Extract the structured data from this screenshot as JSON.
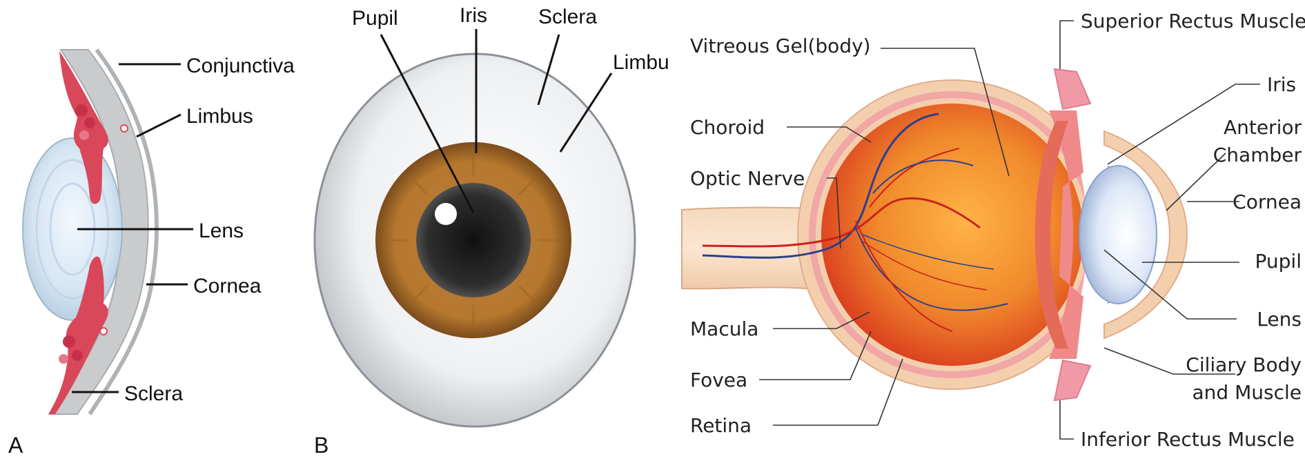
{
  "panel_a": {
    "panel_letter": "A",
    "labels": {
      "conjunctiva": "Conjunctiva",
      "limbus": "Limbus",
      "lens": "Lens",
      "cornea": "Cornea",
      "sclera": "Sclera"
    }
  },
  "panel_b": {
    "panel_letter": "B",
    "labels": {
      "pupil": "Pupil",
      "iris": "Iris",
      "sclera": "Sclera",
      "limbus": "Limbu"
    }
  },
  "panel_c": {
    "labels": {
      "superior_rectus": "Superior Rectus Muscle",
      "vitreous": "Vitreous Gel(body)",
      "iris": "Iris",
      "choroid": "Choroid",
      "anterior_chamber_1": "Anterior",
      "anterior_chamber_2": "Chamber",
      "optic_nerve": "Optic Nerve",
      "cornea": "Cornea",
      "pupil": "Pupil",
      "macula": "Macula",
      "lens": "Lens",
      "ciliary_1": "Ciliary Body",
      "ciliary_2": "and Muscle",
      "fovea": "Fovea",
      "retina": "Retina",
      "inferior_rectus": "Inferior Rectus Muscle"
    }
  },
  "colors": {
    "sclera_gray": "#c9cbcd",
    "tissue_red": "#d9475a",
    "lens_blue": "#d6e6f3",
    "iris_brown": "#a8692a",
    "eyeball_orange": "#f2a33c",
    "retina_red": "#e8452a",
    "vessel_blue": "#2b3f8f",
    "skin_tan": "#f4cfae"
  }
}
